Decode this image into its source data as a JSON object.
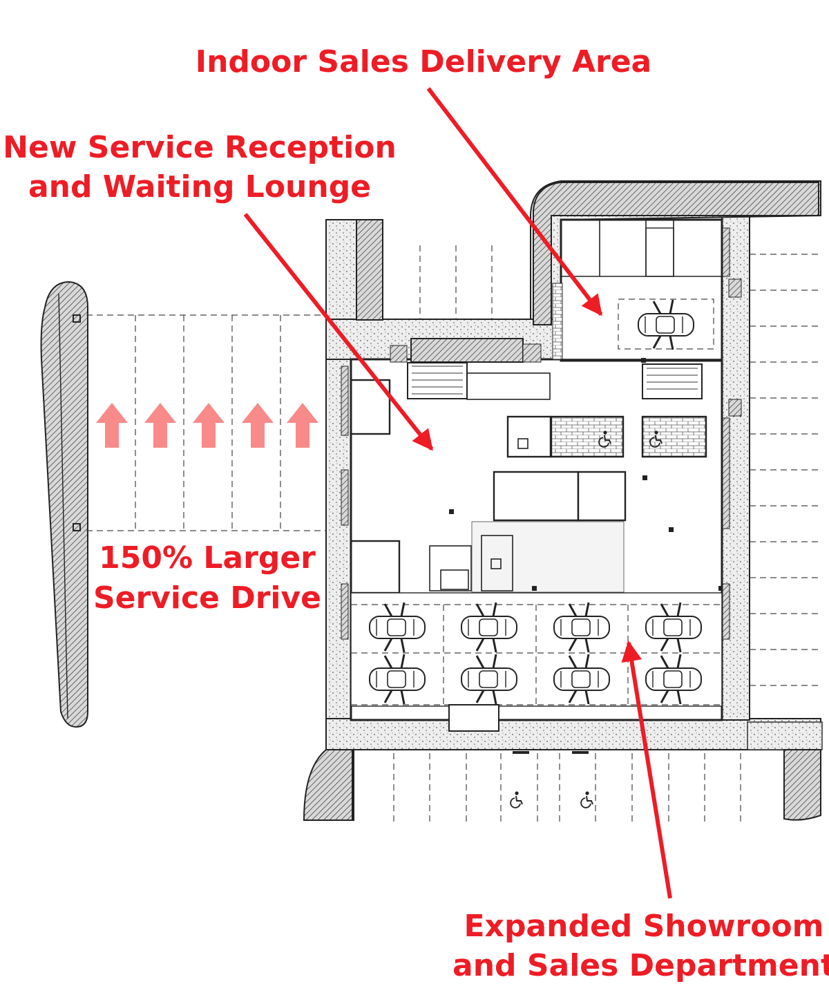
{
  "labels": {
    "delivery": "Indoor Sales Delivery Area",
    "reception_line1": "New Service Reception",
    "reception_line2": "and Waiting Lounge",
    "drive_line1": "150% Larger",
    "drive_line2": "Service Drive",
    "showroom_line1": "Expanded Showroom",
    "showroom_line2": "and Sales Department"
  },
  "colors": {
    "annotation": "#ee1c25",
    "drive_arrows": "#f88a8a",
    "linework": "#222222",
    "hatch_fill": "#cfcfcf"
  },
  "icons": {
    "car": "car-icon",
    "accessible": "accessible-parking-icon",
    "up_arrow": "up-arrow-icon"
  }
}
